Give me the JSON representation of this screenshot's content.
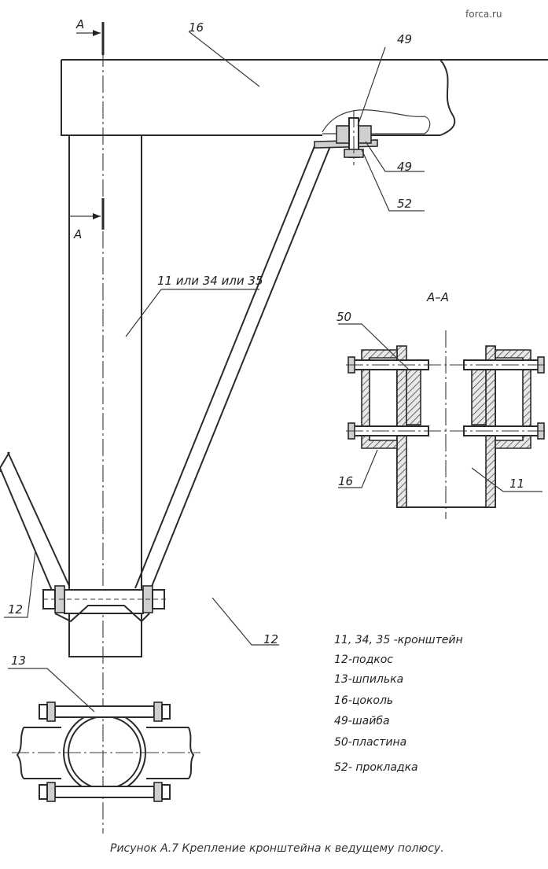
{
  "watermark": "forca.ru",
  "section_mark": "A",
  "section_title": "A–A",
  "callouts": {
    "c16_top": "16",
    "c49_top": "49",
    "c49_bottom": "49",
    "c52": "52",
    "c11_34_35": "11 или 34 или 35",
    "c12_right": "12",
    "c12_left": "12",
    "c13": "13",
    "c50": "50",
    "c16_section": "16",
    "c11_section": "11"
  },
  "legend": [
    "11, 34, 35 -кронштейн",
    "12-подкос",
    "13-шпилька",
    "16-цоколь",
    "49-шайба",
    "50-пластина",
    "52- прокладка"
  ],
  "caption": "Рисунок А.7 Крепление кронштейна к ведущему полюсу."
}
